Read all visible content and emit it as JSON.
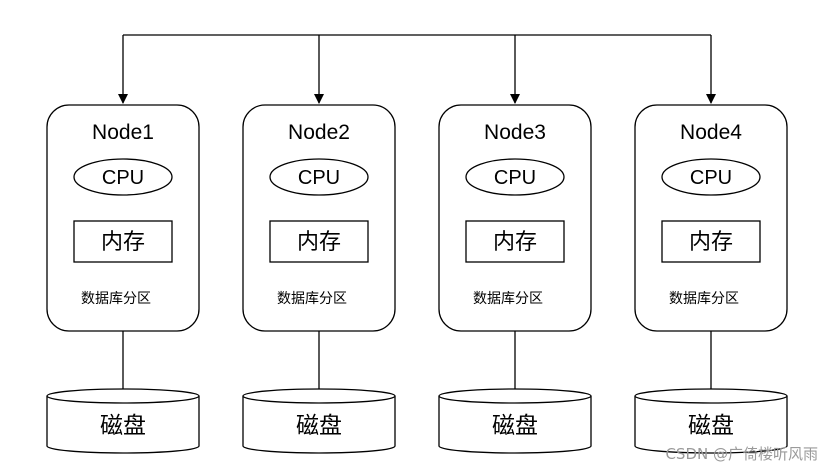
{
  "nodes": [
    {
      "name": "Node1",
      "cpu": "CPU",
      "memory": "内存",
      "partition": "数据库分区",
      "disk": "磁盘"
    },
    {
      "name": "Node2",
      "cpu": "CPU",
      "memory": "内存",
      "partition": "数据库分区",
      "disk": "磁盘"
    },
    {
      "name": "Node3",
      "cpu": "CPU",
      "memory": "内存",
      "partition": "数据库分区",
      "disk": "磁盘"
    },
    {
      "name": "Node4",
      "cpu": "CPU",
      "memory": "内存",
      "partition": "数据库分区",
      "disk": "磁盘"
    }
  ],
  "watermark": "CSDN @广倚楼听风雨",
  "colors": {
    "stroke": "#000000",
    "background": "#ffffff",
    "watermark": "#9a9a9a"
  }
}
